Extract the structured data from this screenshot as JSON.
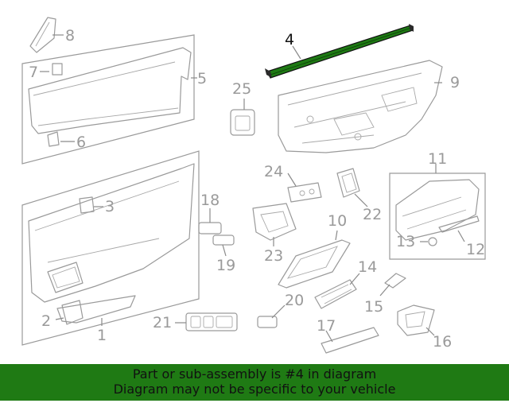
{
  "highlight": {
    "part_number": "4",
    "color": "#1e7a14"
  },
  "callouts": [
    "1",
    "2",
    "3",
    "4",
    "5",
    "6",
    "7",
    "8",
    "9",
    "10",
    "11",
    "12",
    "13",
    "14",
    "15",
    "16",
    "17",
    "18",
    "19",
    "20",
    "21",
    "22",
    "23",
    "24",
    "25"
  ],
  "banner": {
    "line1": "Part or sub-assembly is #4 in diagram",
    "line2": "Diagram may not be specific to your vehicle",
    "background": "#1f7a14"
  }
}
